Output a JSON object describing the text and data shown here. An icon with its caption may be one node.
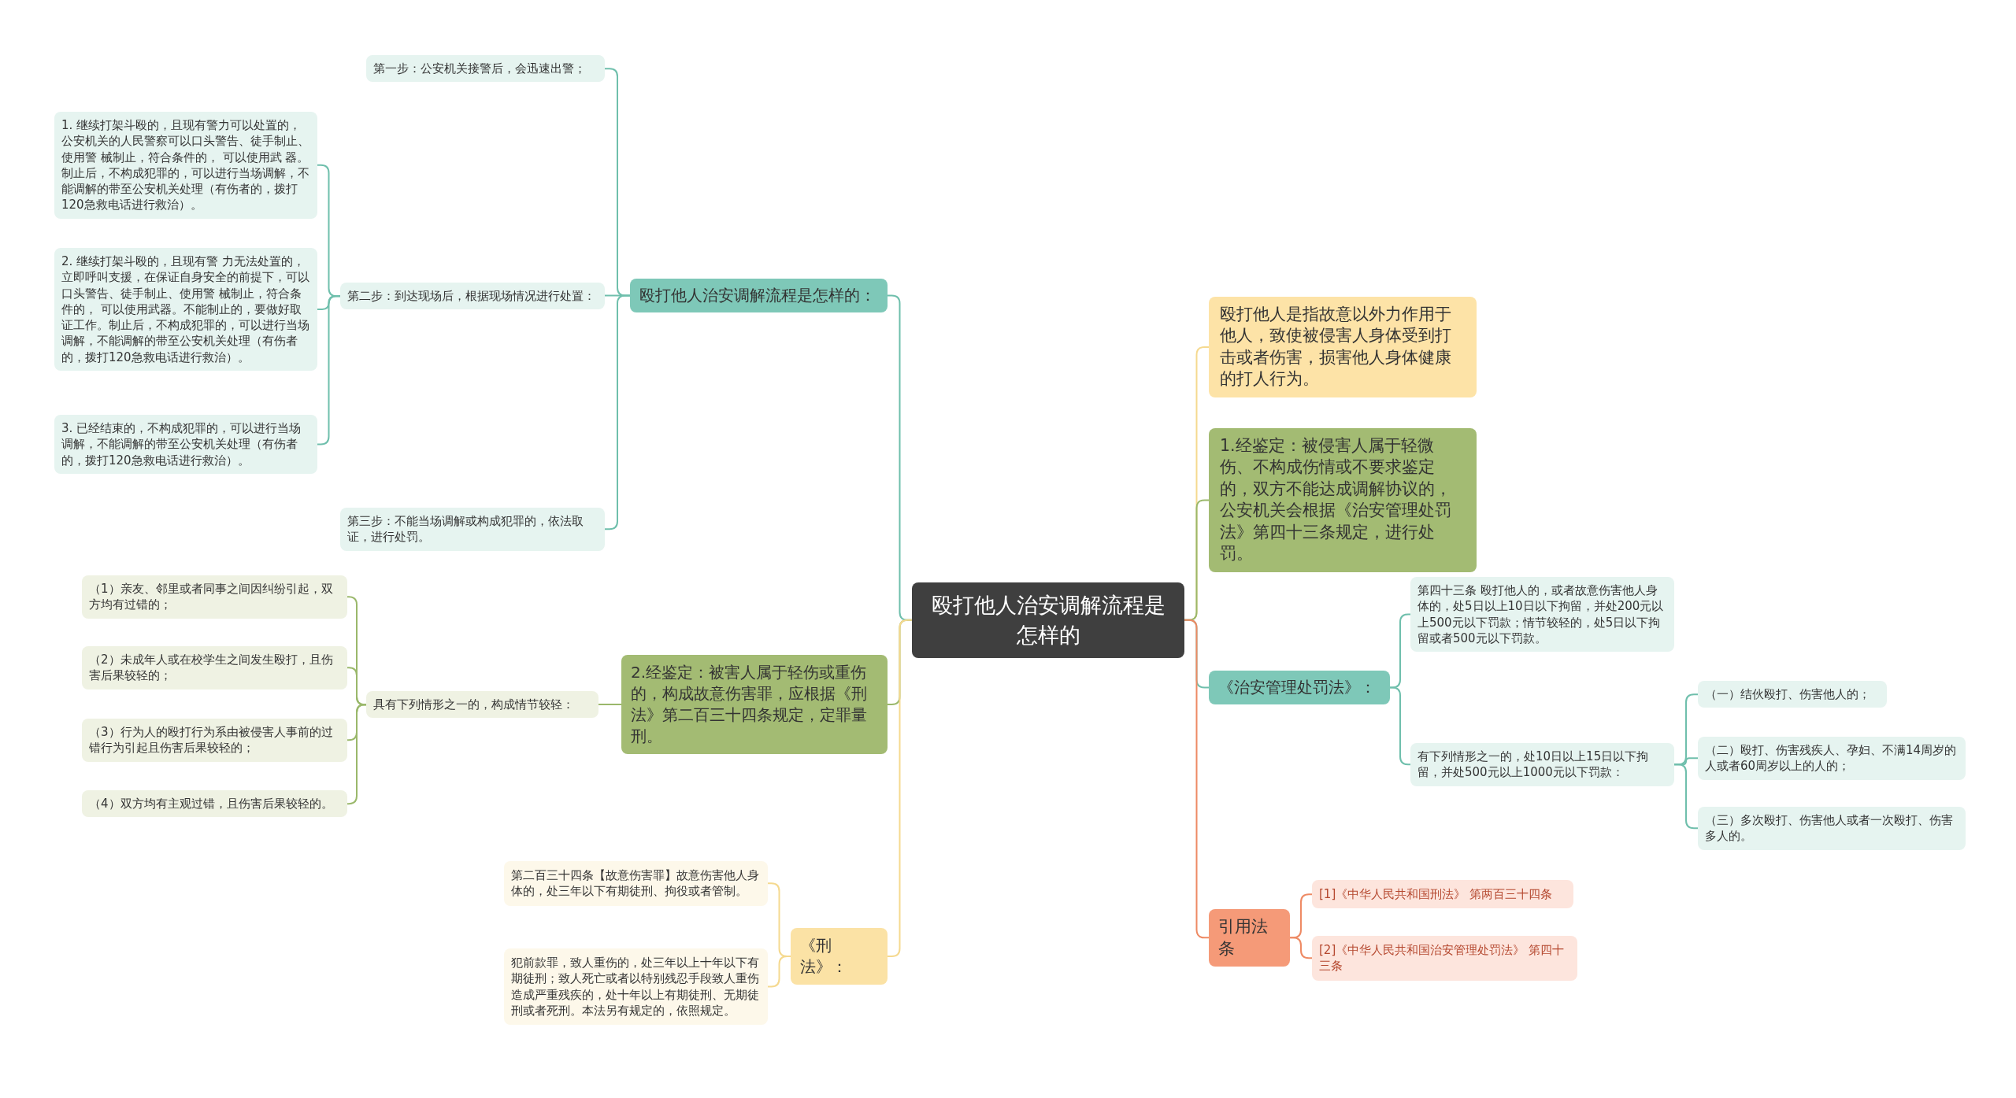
{
  "diagram": {
    "nodes": [
      {
        "text": [
          "殴打他人治安调解流程是怎样的"
        ]
      },
      {
        "text": [
          "殴打他人治安调解流程是怎样的："
        ]
      },
      {
        "text": [
          "第一步：公安机关接警后，会迅速出警；"
        ]
      },
      {
        "text": [
          "第二步：到达现场后，根据现场情况进行处置："
        ]
      },
      {
        "text": [
          "1. 继续打架斗殴的，且现有警力可以处置的，公安机关的人民警察可以口头警告、徒手制止、使用警 械制止，符合条件的， 可以使用武 器。制止后，不构成犯罪的，可以进行当场调解，不能调解的带至公安机关处理（有伤者的，拨打120急救电话进行救治）。"
        ]
      },
      {
        "text": [
          "2. 继续打架斗殴的，且现有警 力无法处置的，立即呼叫支援，在保证自身安全的前提下，可以口头警告、徒手制止、使用警 械制止，符合条件的， 可以使用武器。不能制止的，要做好取证工作。制止后，不构成犯罪的，可以进行当场调解，不能调解的带至公安机关处理（有伤者的，拨打120急救电话进行救治）。"
        ]
      },
      {
        "text": [
          "3. 已经结束的，不构成犯罪的，可以进行当场调解，不能调解的带至公安机关处理（有伤者的，拨打120急救电话进行救治）。"
        ]
      },
      {
        "text": [
          "第三步：不能当场调解或构成犯罪的，依法取证，进行处罚。"
        ]
      },
      {
        "text": [
          "2.经鉴定：被害人属于轻伤或重伤的，构成故意伤害罪，应根据《刑法》第二百三十四条规定，定罪量刑。"
        ]
      },
      {
        "text": [
          "具有下列情形之一的，构成情节较轻："
        ]
      },
      {
        "text": [
          "（1）亲友、邻里或者同事之间因纠纷引起，双方均有过错的；"
        ]
      },
      {
        "text": [
          "（2）未成年人或在校学生之间发生殴打，且伤害后果较轻的；"
        ]
      },
      {
        "text": [
          "（3）行为人的殴打行为系由被侵害人事前的过错行为引起且伤害后果较轻的；"
        ]
      },
      {
        "text": [
          "（4）双方均有主观过错，且伤害后果较轻的。"
        ]
      },
      {
        "text": [
          "《刑法》："
        ]
      },
      {
        "text": [
          "第二百三十四条【故意伤害罪】故意伤害他人身体的，处三年以下有期徒刑、拘役或者管制。"
        ]
      },
      {
        "text": [
          "犯前款罪，致人重伤的，处三年以上十年以下有期徒刑；致人死亡或者以特别残忍手段致人重伤造成严重残疾的，处十年以上有期徒刑、无期徒刑或者死刑。本法另有规定的，依照规定。"
        ]
      },
      {
        "text": [
          "殴打他人是指故意以外力作用于他人，致使被侵害人身体受到打击或者伤害，损害他人身体健康的打人行为。"
        ]
      },
      {
        "text": [
          "1.经鉴定：被侵害人属于轻微伤、不构成伤情或不要求鉴定的，双方不能达成调解协议的，公安机关会根据《治安管理处罚法》第四十三条规定，进行处罚。"
        ]
      },
      {
        "text": [
          "《治安管理处罚法》："
        ]
      },
      {
        "text": [
          "第四十三条 殴打他人的，或者故意伤害他人身体的，处5日以上10日以下拘留，并处200元以上500元以下罚款；情节较轻的，处5日以下拘留或者500元以下罚款。"
        ]
      },
      {
        "text": [
          "有下列情形之一的，处10日以上15日以下拘留，并处500元以上1000元以下罚款："
        ]
      },
      {
        "text": [
          "（一）结伙殴打、伤害他人的；"
        ]
      },
      {
        "text": [
          "（二）殴打、伤害残疾人、孕妇、不满14周岁的人或者60周岁以上的人的；"
        ]
      },
      {
        "text": [
          "（三）多次殴打、伤害他人或者一次殴打、伤害多人的。"
        ]
      },
      {
        "text": [
          "引用法条"
        ]
      },
      {
        "text": [
          "[1]《中华人民共和国刑法》 第两百三十四条"
        ]
      },
      {
        "text": [
          "[2]《中华人民共和国治安管理处罚法》 第四十三条"
        ]
      }
    ],
    "edges": [
      {
        "from": 0,
        "to": 1,
        "arrow": "none"
      },
      {
        "from": 1,
        "to": 2,
        "arrow": "none"
      },
      {
        "from": 1,
        "to": 3,
        "arrow": "none"
      },
      {
        "from": 3,
        "to": 4,
        "arrow": "none"
      },
      {
        "from": 3,
        "to": 5,
        "arrow": "none"
      },
      {
        "from": 3,
        "to": 6,
        "arrow": "none"
      },
      {
        "from": 1,
        "to": 7,
        "arrow": "none"
      },
      {
        "from": 0,
        "to": 8,
        "arrow": "none",
        "color": "#9ab86b"
      },
      {
        "from": 8,
        "to": 9,
        "arrow": "none",
        "color": "#9ab86b"
      },
      {
        "from": 9,
        "to": 10,
        "arrow": "none",
        "color": "#9ab86b"
      },
      {
        "from": 9,
        "to": 11,
        "arrow": "none",
        "color": "#9ab86b"
      },
      {
        "from": 9,
        "to": 12,
        "arrow": "none",
        "color": "#9ab86b"
      },
      {
        "from": 9,
        "to": 13,
        "arrow": "none",
        "color": "#9ab86b"
      },
      {
        "from": 0,
        "to": 14,
        "arrow": "none",
        "color": "#f5d98f"
      },
      {
        "from": 14,
        "to": 15,
        "arrow": "none",
        "color": "#f5d98f"
      },
      {
        "from": 14,
        "to": 16,
        "arrow": "none",
        "color": "#f5d98f"
      },
      {
        "from": 0,
        "to": 17,
        "arrow": "none",
        "color": "#f5d98f"
      },
      {
        "from": 0,
        "to": 18,
        "arrow": "none",
        "color": "#9ab86b"
      },
      {
        "from": 0,
        "to": 19,
        "arrow": "none"
      },
      {
        "from": 19,
        "to": 20,
        "arrow": "none"
      },
      {
        "from": 19,
        "to": 21,
        "arrow": "none"
      },
      {
        "from": 21,
        "to": 22,
        "arrow": "none"
      },
      {
        "from": 21,
        "to": 23,
        "arrow": "none"
      },
      {
        "from": 21,
        "to": 24,
        "arrow": "none"
      },
      {
        "from": 0,
        "to": 25,
        "arrow": "none",
        "color": "#ee8a64"
      },
      {
        "from": 25,
        "to": 26,
        "arrow": "none",
        "color": "#ee8a64"
      },
      {
        "from": 25,
        "to": 27,
        "arrow": "none",
        "color": "#ee8a64"
      }
    ]
  }
}
